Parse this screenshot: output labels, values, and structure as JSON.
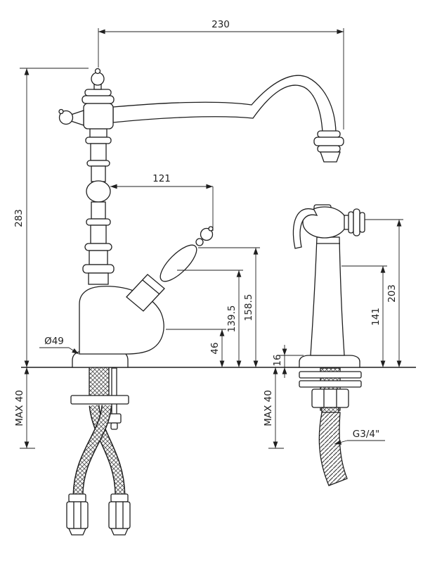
{
  "colors": {
    "line": "#1f1f1f",
    "background": "#ffffff",
    "hatch": "#555555"
  },
  "drawing": {
    "description": "technical dimension drawing of classic kitchen faucet with side hand sprayer"
  },
  "dimensions": {
    "top_width": "230",
    "overall_height": "283",
    "handle_reach": "121",
    "spout_height": "139.5",
    "handle_height": "158.5",
    "body_height": "46",
    "sprayer_flange_height": "16",
    "sprayer_grip_height": "141",
    "sprayer_height": "203",
    "base_diameter": "Ø49",
    "max_deck_left": "MAX 40",
    "max_deck_right": "MAX 40",
    "hose_thread": "G3/4\""
  }
}
